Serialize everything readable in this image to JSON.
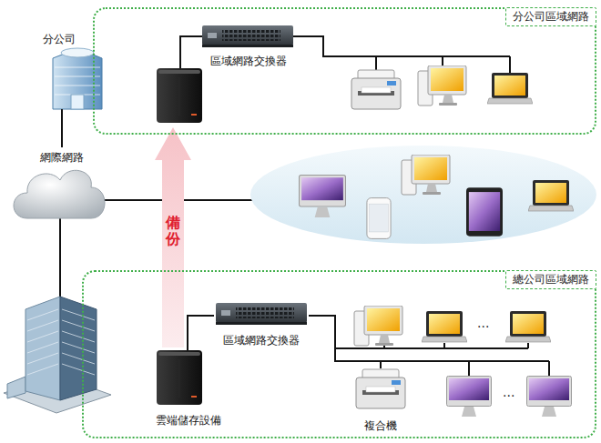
{
  "diagram": {
    "nodes": [
      {
        "text": [
          "分公司"
        ]
      },
      {
        "text": [
          "分公司區域網路"
        ]
      },
      {
        "text": [
          "區域網路交換器"
        ],
        "in": 1
      },
      {
        "text": [
          "網際網路"
        ]
      },
      {
        "text": [
          "總公司區域網路"
        ]
      },
      {
        "text": [
          "區域網路交換器"
        ],
        "in": 4
      },
      {
        "text": [
          "雲端儲存設備"
        ],
        "in": 4
      },
      {
        "text": [
          "複合機"
        ],
        "in": 4
      }
    ],
    "edges": [
      {
        "from": 3,
        "to": 0,
        "arrow": "none"
      },
      {
        "from": 6,
        "to": 5,
        "arrow": "none"
      },
      {
        "from": 5,
        "to": 7,
        "arrow": "none"
      }
    ],
    "labels": [
      "備份",
      "...",
      "..."
    ]
  }
}
